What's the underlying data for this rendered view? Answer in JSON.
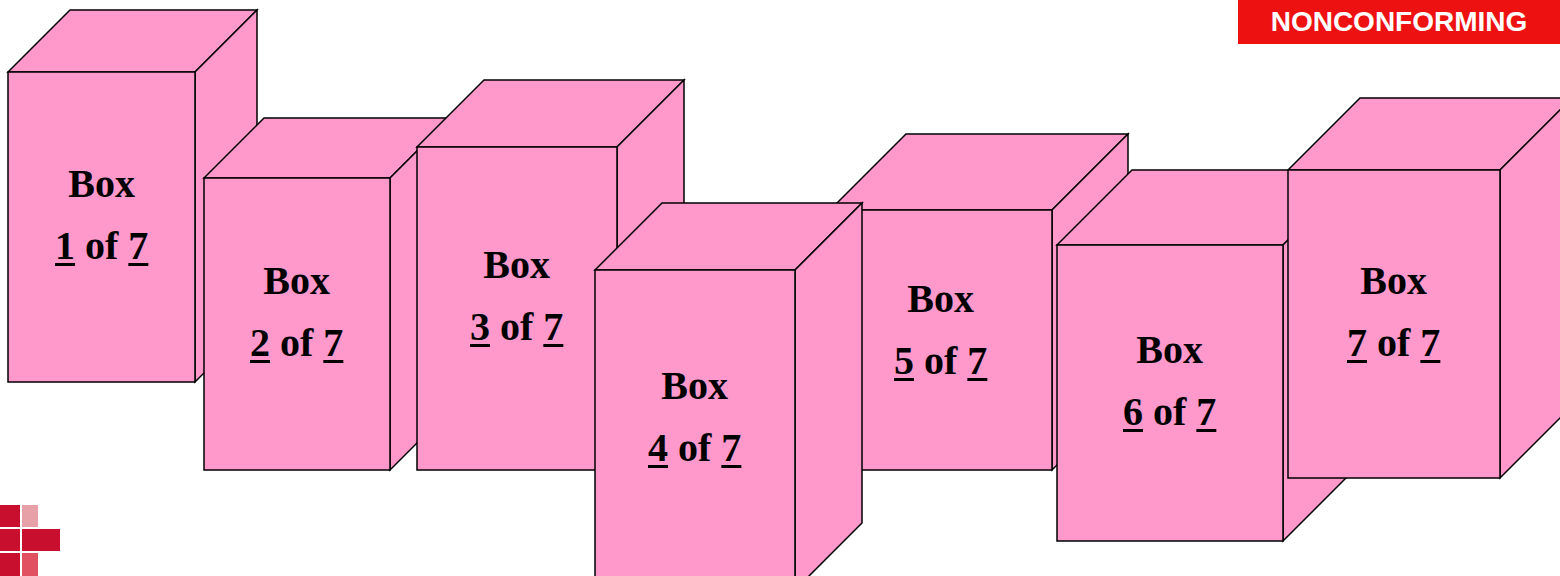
{
  "diagram": {
    "nodes": [
      {
        "text": [
          "Box 1 of 7"
        ]
      },
      {
        "text": [
          "Box 2 of 7"
        ]
      },
      {
        "text": [
          "Box 3 of 7"
        ]
      },
      {
        "text": [
          "Box 4 of 7"
        ]
      },
      {
        "text": [
          "Box 5 of 7"
        ]
      },
      {
        "text": [
          "Box 6 of 7"
        ]
      },
      {
        "text": [
          "Box 7 of 7"
        ]
      }
    ],
    "labels": [
      "NONCONFORMING"
    ]
  }
}
